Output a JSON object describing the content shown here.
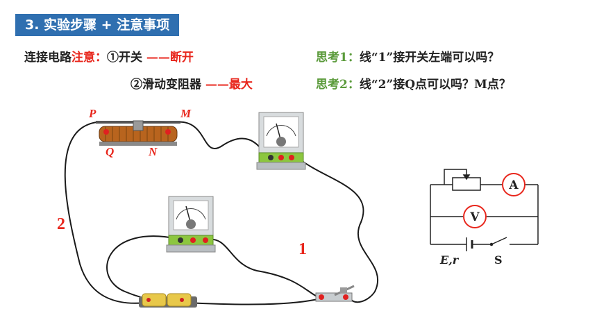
{
  "title": "3. 实验步骤 + 注意事项",
  "notes": {
    "prefix": "连接电路",
    "attention": "注意：",
    "item1_label": "①开关 ",
    "item1_value": "——断开",
    "item2_label": "②滑动变阻器 ",
    "item2_value": "——最大"
  },
  "thinking": {
    "q1_label": "思考1：",
    "q1_text": "线“1”接开关左端可以吗？",
    "q2_label": "思考2：",
    "q2_text": "线“2”接Q点可以吗？M点？"
  },
  "apparatus_labels": {
    "P": "P",
    "M": "M",
    "Q": "Q",
    "N": "N",
    "wire1": "1",
    "wire2": "2"
  },
  "schematic": {
    "ammeter": "A",
    "voltmeter": "V",
    "source": "E,r",
    "switch": "S"
  },
  "colors": {
    "title_bg": "#2f6fb0",
    "accent_red": "#e8261c",
    "accent_green": "#5a9a3a"
  }
}
